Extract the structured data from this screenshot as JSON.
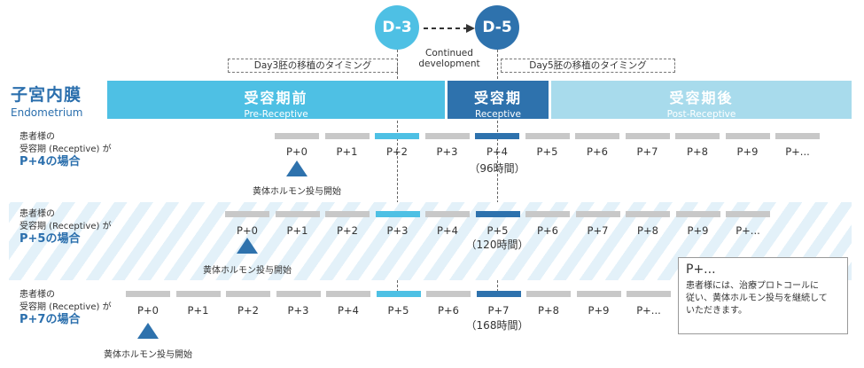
{
  "top": {
    "d3": "D-3",
    "d5": "D-5",
    "arrow_note": [
      "Continued",
      "development"
    ],
    "d3_timing": "Day3胚の移植のタイミング",
    "d5_timing": "Day5胚の移植のタイミング"
  },
  "endometrium": {
    "jp": "子宮内膜",
    "en": "Endometrium"
  },
  "phases": [
    {
      "jp": "受容期前",
      "en": "Pre-Receptive"
    },
    {
      "jp": "受容期",
      "en": "Receptive"
    },
    {
      "jp": "受容期後",
      "en": "Post-Receptive"
    }
  ],
  "rows": [
    {
      "label_lines": [
        "患者様の",
        "受容期 (Receptive) が"
      ],
      "label_big": "P+4の場合",
      "days": [
        "P+0",
        "P+1",
        "P+2",
        "P+3",
        "P+4",
        "P+5",
        "P+6",
        "P+7",
        "P+8",
        "P+9",
        "P+..."
      ],
      "hours": "（96時間）",
      "start": "黄体ホルモン投与開始"
    },
    {
      "label_lines": [
        "患者様の",
        "受容期 (Receptive) が"
      ],
      "label_big": "P+5の場合",
      "days": [
        "P+0",
        "P+1",
        "P+2",
        "P+3",
        "P+4",
        "P+5",
        "P+6",
        "P+7",
        "P+8",
        "P+9",
        "P+..."
      ],
      "hours": "（120時間）",
      "start": "黄体ホルモン投与開始"
    },
    {
      "label_lines": [
        "患者様の",
        "受容期 (Receptive) が"
      ],
      "label_big": "P+7の場合",
      "days": [
        "P+0",
        "P+1",
        "P+2",
        "P+3",
        "P+4",
        "P+5",
        "P+6",
        "P+7",
        "P+8",
        "P+9",
        "P+..."
      ],
      "hours": "（168時間）",
      "start": "黄体ホルモン投与開始"
    }
  ],
  "legend_box": {
    "title": "P+...",
    "lines": [
      "患者様には、治療プロトコールに",
      "従い、黄体ホルモン投与を継続して",
      "いただきます。"
    ]
  },
  "colors": {
    "pre": "#4ec0e4",
    "receptive": "#2e72ad",
    "post": "#a8dbec",
    "neutral": "#c8c8c8"
  }
}
